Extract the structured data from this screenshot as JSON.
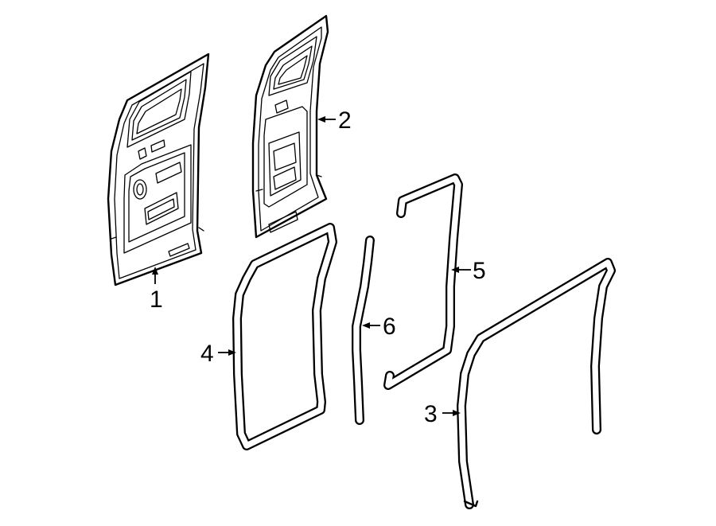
{
  "diagram": {
    "parts": [
      {
        "id": "part-1",
        "callout": "1"
      },
      {
        "id": "part-2",
        "callout": "2"
      },
      {
        "id": "part-3",
        "callout": "3"
      },
      {
        "id": "part-4",
        "callout": "4"
      },
      {
        "id": "part-5",
        "callout": "5"
      },
      {
        "id": "part-6",
        "callout": "6"
      }
    ]
  }
}
